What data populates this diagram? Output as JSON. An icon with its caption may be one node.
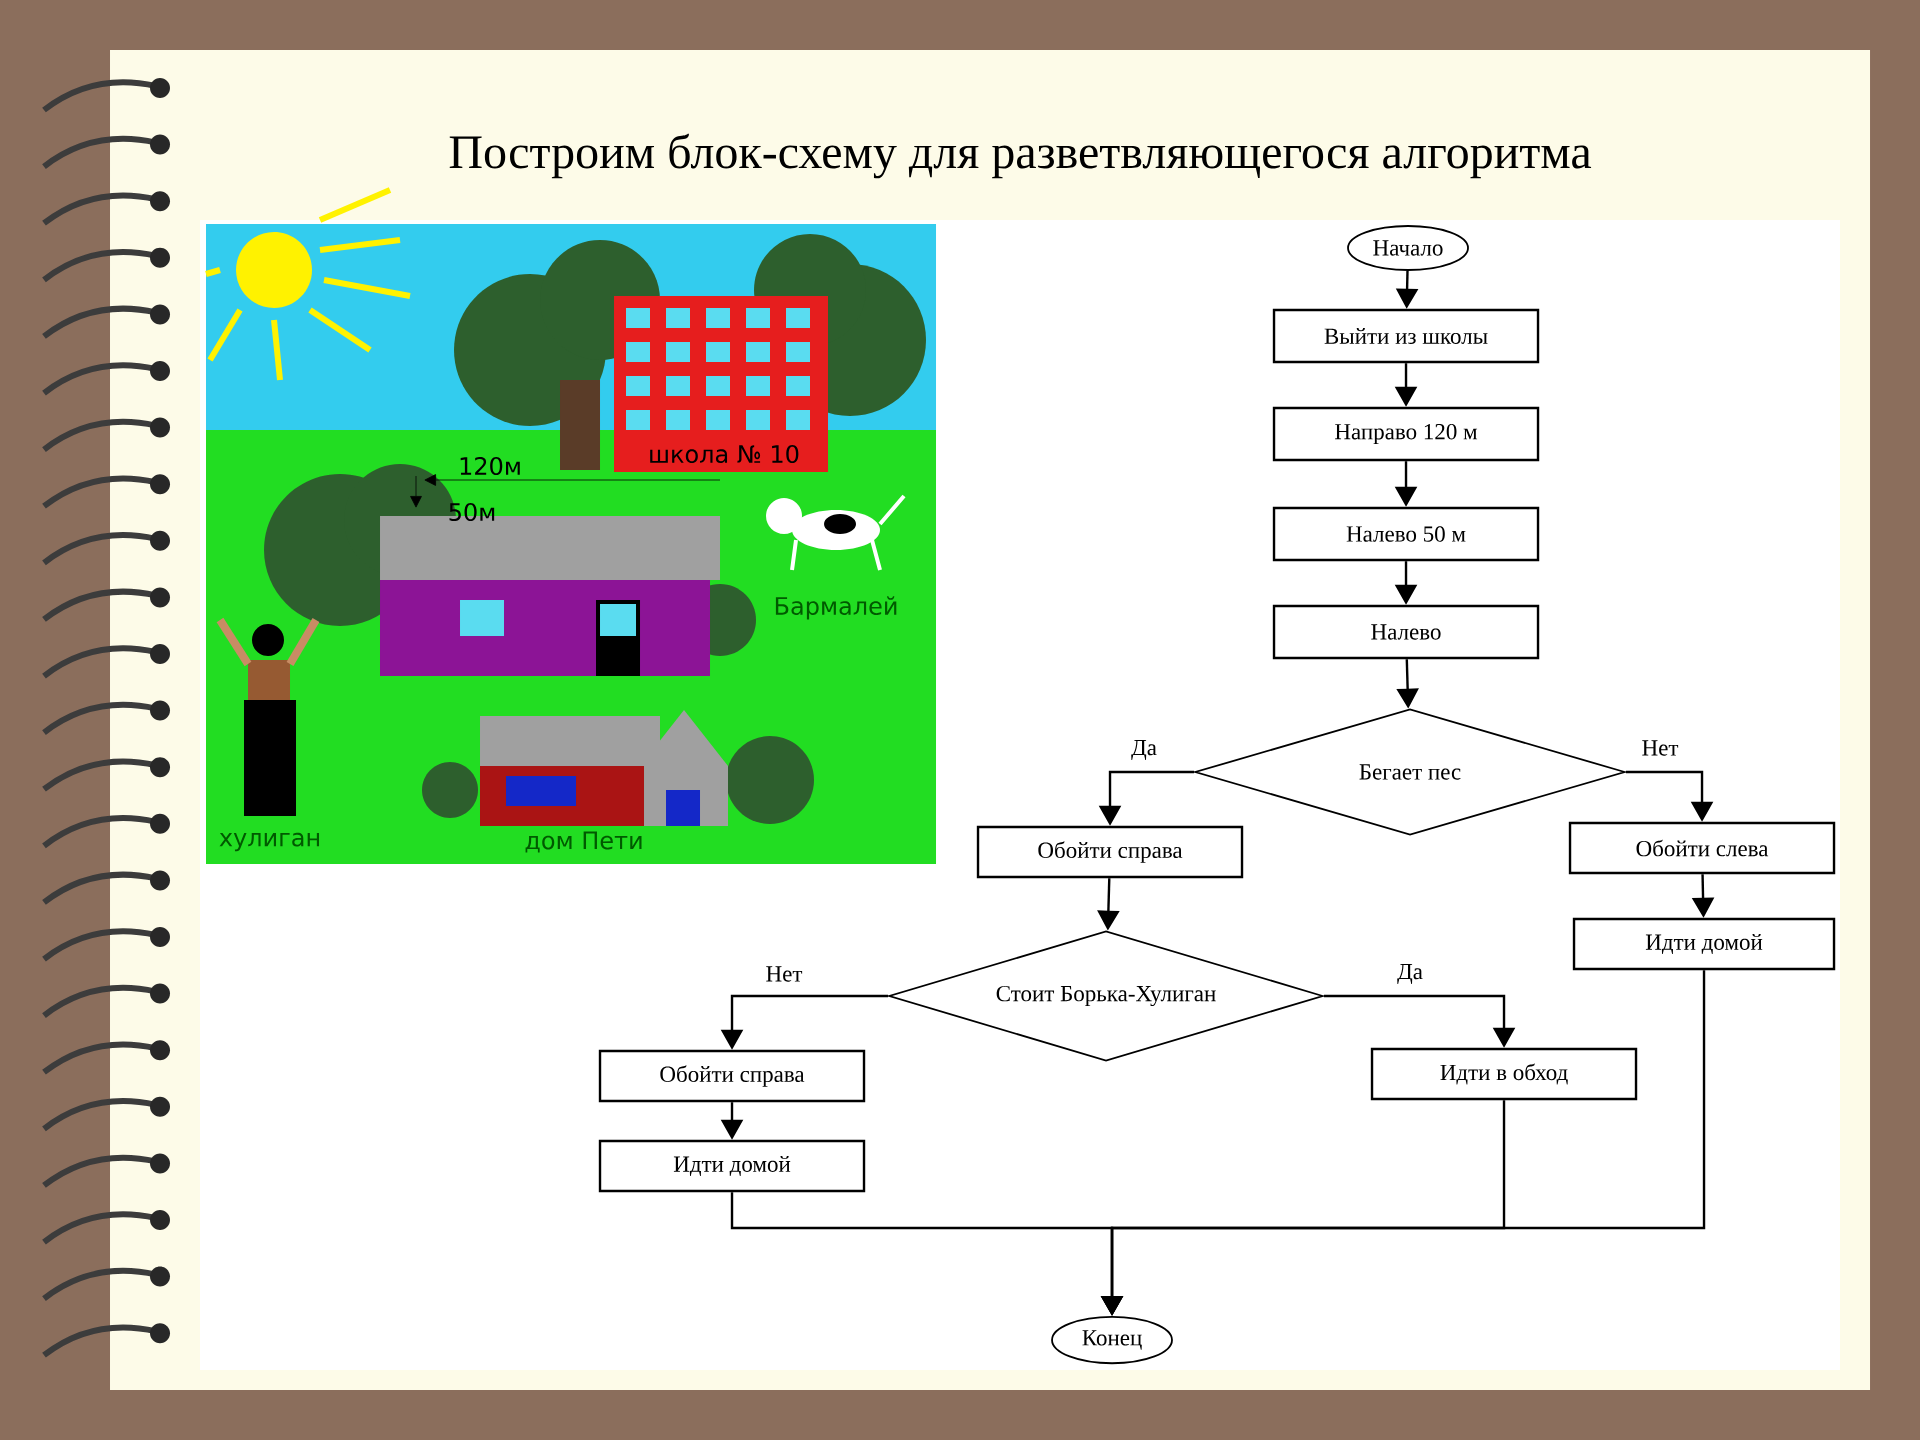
{
  "diagram": {
    "title": "Построим блок-схему для разветвляющегося алгоритма",
    "nodes": [
      {
        "text": [
          "Начало"
        ]
      },
      {
        "text": [
          "Выйти из школы"
        ]
      },
      {
        "text": [
          "Направо 120 м"
        ]
      },
      {
        "text": [
          "Налево 50 м"
        ]
      },
      {
        "text": [
          "Налево"
        ]
      },
      {
        "text": [
          "Бегает пес"
        ]
      },
      {
        "text": [
          "Обойти справа"
        ]
      },
      {
        "text": [
          "Обойти слева"
        ]
      },
      {
        "text": [
          "Стоит Борька-Хулиган"
        ]
      },
      {
        "text": [
          "Идти домой"
        ]
      },
      {
        "text": [
          "Обойти справа"
        ]
      },
      {
        "text": [
          "Идти в обход"
        ]
      },
      {
        "text": [
          "Идти домой"
        ]
      },
      {
        "text": [
          "Конец"
        ]
      }
    ],
    "edges": [
      {
        "from": 0,
        "to": 1,
        "arrow": "to"
      },
      {
        "from": 1,
        "to": 2,
        "arrow": "to"
      },
      {
        "from": 2,
        "to": 3,
        "arrow": "to"
      },
      {
        "from": 3,
        "to": 4,
        "arrow": "to"
      },
      {
        "from": 4,
        "to": 5,
        "arrow": "to"
      },
      {
        "from": 5,
        "to": 6,
        "arrow": "to",
        "label": "Да"
      },
      {
        "from": 5,
        "to": 7,
        "arrow": "to",
        "label": "Нет"
      },
      {
        "from": 6,
        "to": 8,
        "arrow": "to"
      },
      {
        "from": 7,
        "to": 9,
        "arrow": "to"
      },
      {
        "from": 8,
        "to": 10,
        "arrow": "to",
        "label": "Нет"
      },
      {
        "from": 8,
        "to": 11,
        "arrow": "to",
        "label": "Да"
      },
      {
        "from": 10,
        "to": 12,
        "arrow": "to"
      },
      {
        "from": 12,
        "to": 13,
        "arrow": "to"
      },
      {
        "from": 11,
        "to": 13,
        "arrow": "to"
      },
      {
        "from": 9,
        "to": 13,
        "arrow": "to"
      }
    ],
    "labels": [
      "120м",
      "50м",
      "школа № 10",
      "Бармалей",
      "хулиган",
      "дом Пети"
    ]
  }
}
